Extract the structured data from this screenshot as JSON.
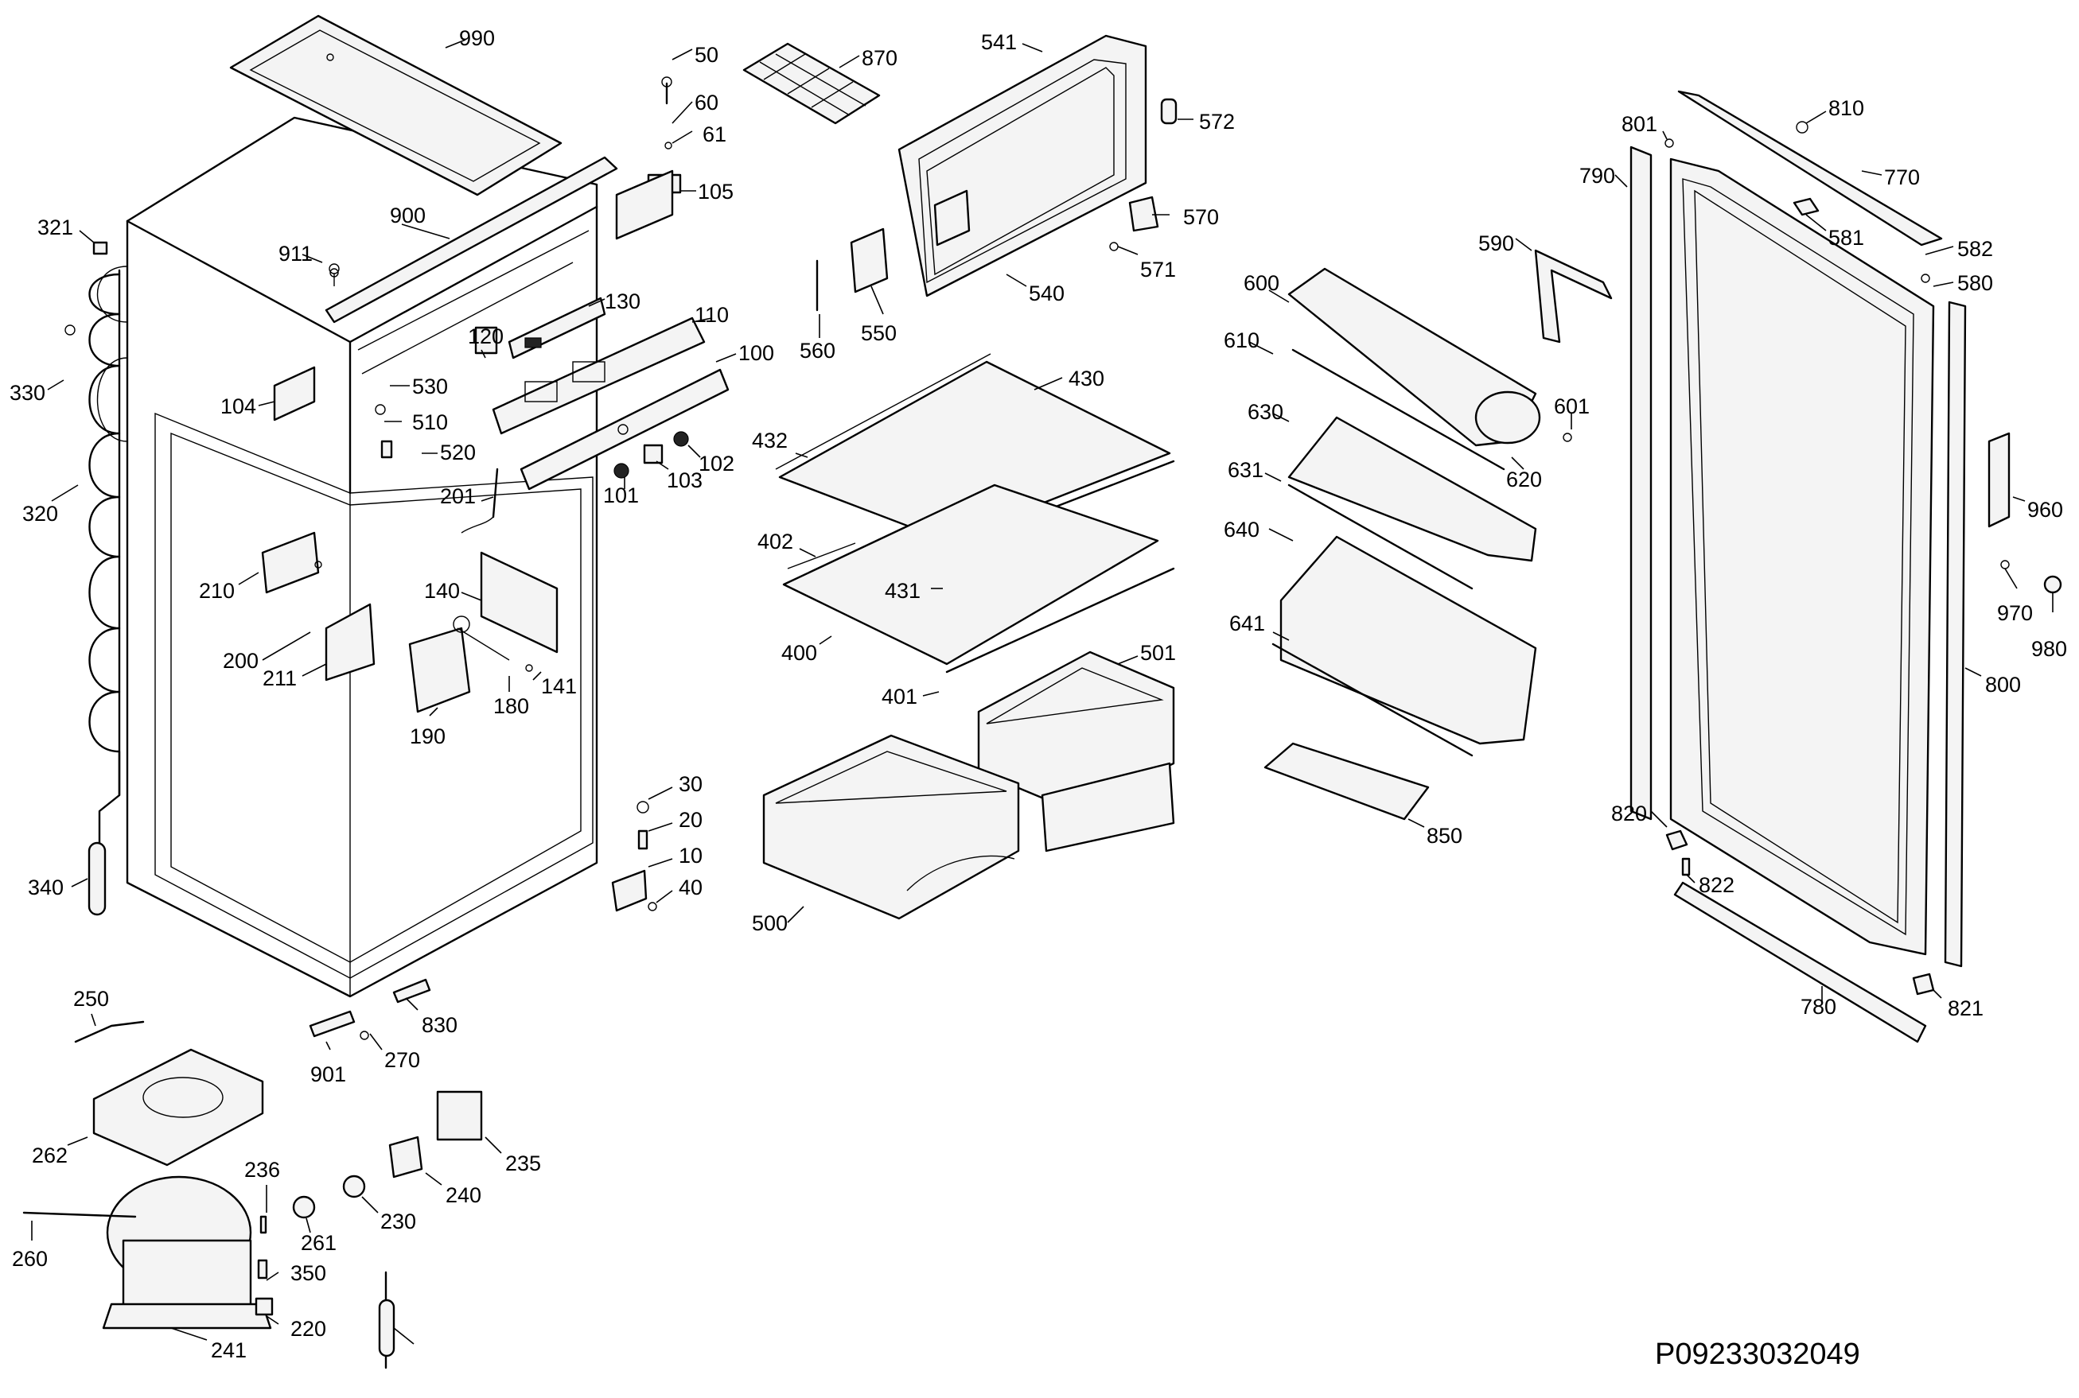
{
  "document_id": "P09233032049",
  "labels": [
    "990",
    "50",
    "870",
    "541",
    "60",
    "61",
    "572",
    "105",
    "570",
    "571",
    "540",
    "550",
    "560",
    "810",
    "801",
    "770",
    "790",
    "581",
    "582",
    "580",
    "321",
    "900",
    "911",
    "330",
    "320",
    "104",
    "130",
    "120",
    "110",
    "100",
    "530",
    "510",
    "520",
    "201",
    "102",
    "103",
    "101",
    "430",
    "432",
    "402",
    "431",
    "400",
    "401",
    "501",
    "500",
    "600",
    "610",
    "601",
    "620",
    "630",
    "631",
    "640",
    "641",
    "850",
    "590",
    "960",
    "970",
    "980",
    "800",
    "820",
    "822",
    "780",
    "821",
    "210",
    "200",
    "211",
    "140",
    "141",
    "180",
    "190",
    "30",
    "20",
    "10",
    "40",
    "340",
    "250",
    "830",
    "901",
    "270",
    "262",
    "236",
    "235",
    "240",
    "230",
    "261",
    "350",
    "260",
    "220",
    "241"
  ]
}
